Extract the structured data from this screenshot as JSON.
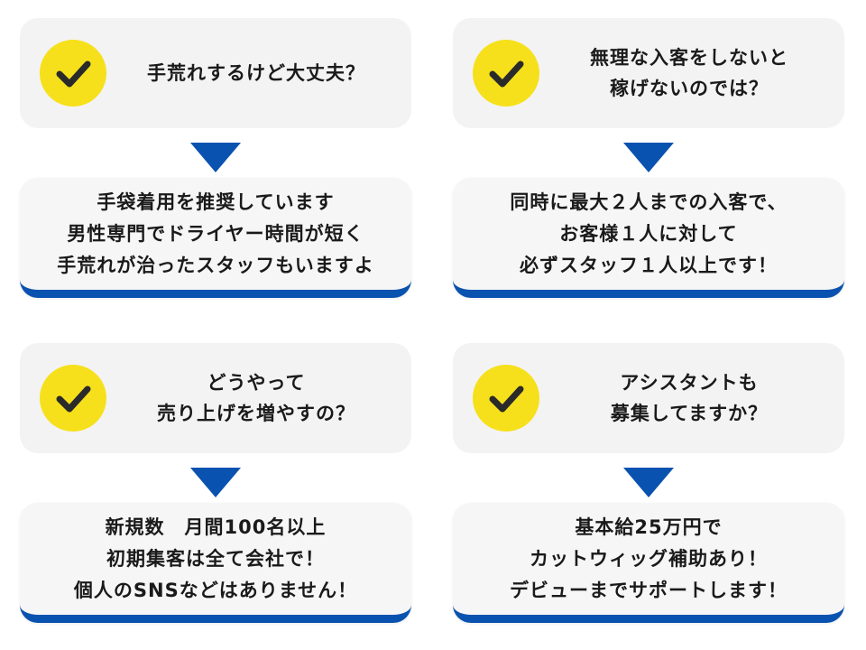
{
  "colors": {
    "accent_blue": "#0a52b0",
    "check_yellow": "#f6e01b",
    "card_bg": "#f3f3f3"
  },
  "items": [
    {
      "question": "手荒れするけど大丈夫？",
      "answer": "手袋着用を推奨しています\n男性専門でドライヤー時間が短く\n手荒れが治ったスタッフもいますよ",
      "icon": "check-icon"
    },
    {
      "question": "無理な入客をしないと\n稼げないのでは？",
      "answer": "同時に最大２人までの入客で、\nお客様１人に対して\n必ずスタッフ１人以上です！",
      "icon": "check-icon"
    },
    {
      "question": "どうやって\n売り上げを増やすの？",
      "answer": "新規数　月間100名以上\n初期集客は全て会社で！\n個人のSNSなどはありません！",
      "icon": "check-icon"
    },
    {
      "question": "アシスタントも\n募集してますか？",
      "answer": "基本給25万円で\nカットウィッグ補助あり！\nデビューまでサポートします！",
      "icon": "check-icon"
    }
  ]
}
